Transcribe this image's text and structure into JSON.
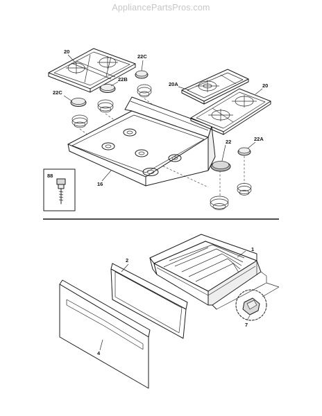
{
  "watermark": "AppliancePartsPros.com",
  "callouts": {
    "c20_left": "20",
    "c22c_top": "22C",
    "c22b": "22B",
    "c22c_left": "22C",
    "c20a": "20A",
    "c20_right": "20",
    "c22": "22",
    "c22a": "22A",
    "c88": "88",
    "c16": "16",
    "c1": "1",
    "c2": "2",
    "c4": "4",
    "c7": "7"
  }
}
